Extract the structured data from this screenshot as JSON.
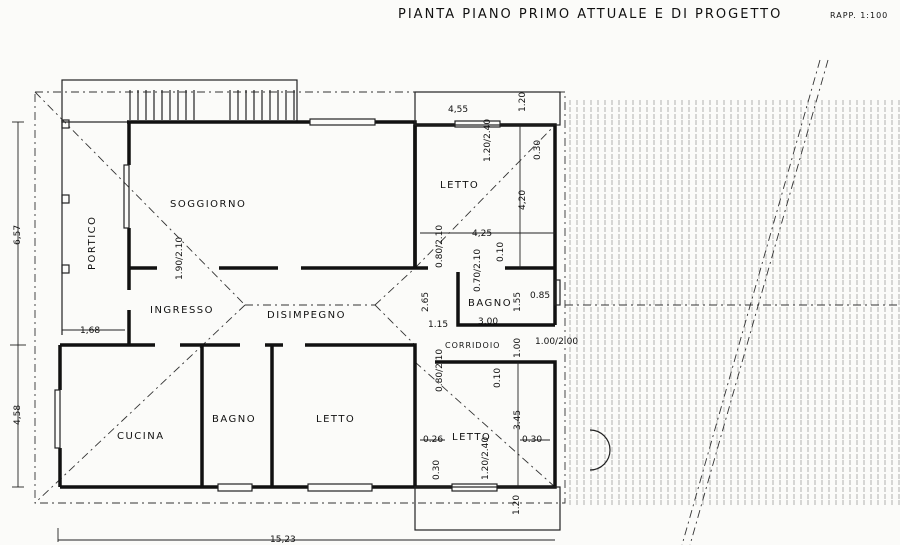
{
  "title": "PIANTA PIANO PRIMO ATTUALE E DI PROGETTO",
  "scale": "RAPP. 1:100",
  "rooms": {
    "soggiorno": "SOGGIORNO",
    "portico": "PORTICO",
    "ingresso": "INGRESSO",
    "disimpegno": "DISIMPEGNO",
    "letto_top": "LETTO",
    "bagno_right": "BAGNO",
    "corridoio": "CORRIDOIO",
    "cucina": "CUCINA",
    "bagno": "BAGNO",
    "letto_bottom": "LETTO",
    "letto_right": "LETTO"
  },
  "dimensions": {
    "total_width": "15,23",
    "height_top": "6,57",
    "height_bottom": "4,58",
    "portico_width": "1,68",
    "letto_top_width_ext": "4,55",
    "letto_top_width": "4,25",
    "letto_top_depth": "4,20",
    "balcony_top": "1.20",
    "window_letto_top": "1.20/2.40",
    "wall_030_top": "0.30",
    "door_soggiorno": "1.90/2.10",
    "door_letto_top": "0.80/2.10",
    "wall_010_top": "0.10",
    "door_bagno": "0.70/2.10",
    "bagno_width": "3.00",
    "bagno_depth": "1.55",
    "bagno_window": "0.85",
    "dim_265": "2.65",
    "dim_115": "1.15",
    "corridoio_depth": "1.00",
    "corridoio_door": "1.00/2.00",
    "door_letto_bottom": "0.80/2.10",
    "wall_010_bottom": "0.10",
    "letto_right_depth": "3.45",
    "wall_026": "0.26",
    "wall_030_right": "0.30",
    "wall_030_bottom": "0.30",
    "window_letto_right": "1.20/2.40",
    "balcony_bottom": "1.20"
  }
}
